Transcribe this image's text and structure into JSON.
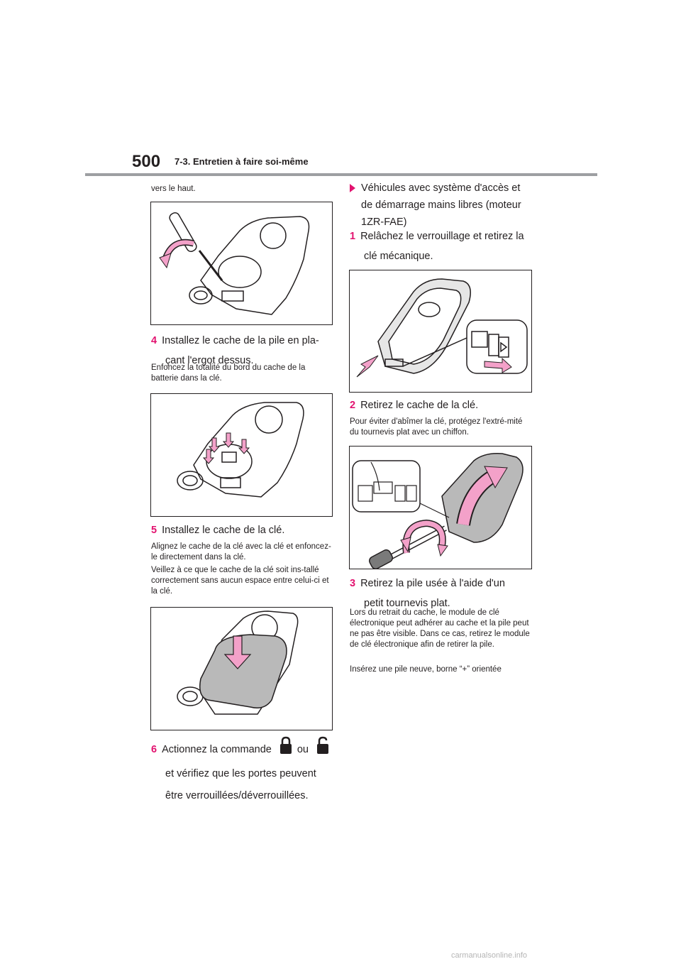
{
  "header": {
    "page_number": "500",
    "section_title": "7-3. Entretien à faire soi-même"
  },
  "left": {
    "intro_text": "vers le haut.",
    "step4": {
      "num": "4",
      "line1": "Installez le cache de la pile en pla-",
      "line2": "çant l'ergot dessus."
    },
    "step4_note": "Enfoncez la totalité du bord du cache de la batterie dans la clé.",
    "step5": {
      "num": "5",
      "line1": "Installez le cache de la clé."
    },
    "step5_note1": "Alignez le cache de la clé avec la clé et enfoncez-le directement dans la clé.",
    "step5_note2": "Veillez à ce que le cache de la clé soit ins-tallé correctement sans aucun espace entre celui-ci et la clé.",
    "step6": {
      "num": "6",
      "line1a": "Actionnez la commande",
      "line1b": "ou",
      "line2": "et vérifiez que les portes peuvent",
      "line3": "être verrouillées/déverrouillées."
    }
  },
  "right": {
    "bullet": {
      "line1": "Véhicules avec système d'accès et",
      "line2": "de démarrage mains libres (moteur",
      "line3": "1ZR-FAE)"
    },
    "step1": {
      "num": "1",
      "line1": "Relâchez le verrouillage et retirez la",
      "line2": "clé mécanique."
    },
    "step2": {
      "num": "2",
      "line1": "Retirez le cache de la clé."
    },
    "step2_note": "Pour éviter d'abîmer la clé, protégez l'extré-mité du tournevis plat avec un chiffon.",
    "step3": {
      "num": "3",
      "line1": "Retirez la pile usée à l'aide d'un",
      "line2": "petit tournevis plat."
    },
    "step3_note1": "Lors du retrait du cache, le module de clé électronique peut adhérer au cache et la pile peut ne pas être visible. Dans ce cas, retirez le module de clé électronique afin de retirer la pile.",
    "step3_note2": "Insérez une pile neuve, borne “+” orientée"
  },
  "footer": {
    "watermark": "carmanualsonline.info"
  },
  "colors": {
    "accent": "#e2126f",
    "arrow_pink": "#f3a1c9",
    "rule_gray": "#9d9fa2"
  },
  "icons": [
    "lock-icon",
    "unlock-icon"
  ]
}
